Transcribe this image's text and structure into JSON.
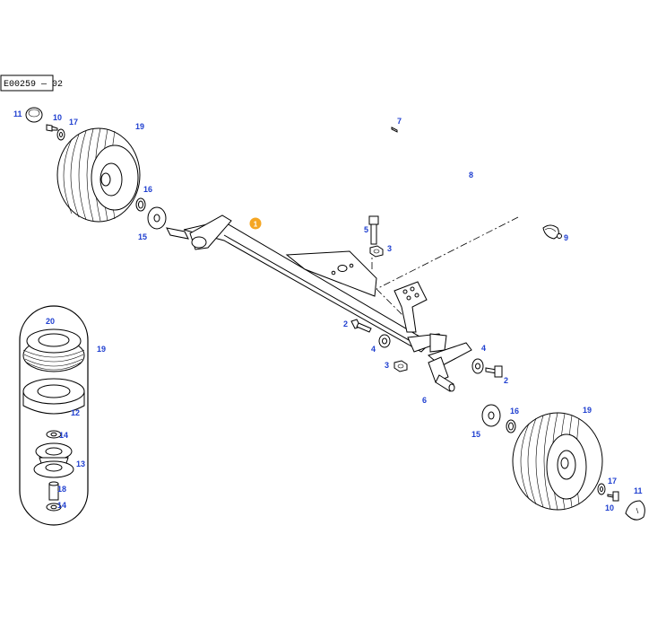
{
  "diagram": {
    "reference_code": "E00259 — 02",
    "highlight_callout": {
      "number": "1",
      "color": "#f5a623"
    },
    "label_color": "#1f3fd0",
    "part_labels": [
      {
        "id": "l11a",
        "text": "11"
      },
      {
        "id": "l10a",
        "text": "10"
      },
      {
        "id": "l17a",
        "text": "17"
      },
      {
        "id": "l19a",
        "text": "19"
      },
      {
        "id": "l16a",
        "text": "16"
      },
      {
        "id": "l15a",
        "text": "15"
      },
      {
        "id": "l7",
        "text": "7"
      },
      {
        "id": "l8",
        "text": "8"
      },
      {
        "id": "l5",
        "text": "5"
      },
      {
        "id": "l3a",
        "text": "3"
      },
      {
        "id": "l9",
        "text": "9"
      },
      {
        "id": "l2a",
        "text": "2"
      },
      {
        "id": "l4a",
        "text": "4"
      },
      {
        "id": "l3b",
        "text": "3"
      },
      {
        "id": "l4b",
        "text": "4"
      },
      {
        "id": "l2b",
        "text": "2"
      },
      {
        "id": "l6",
        "text": "6"
      },
      {
        "id": "l16b",
        "text": "16"
      },
      {
        "id": "l19b",
        "text": "19"
      },
      {
        "id": "l15b",
        "text": "15"
      },
      {
        "id": "l17b",
        "text": "17"
      },
      {
        "id": "l11b",
        "text": "11"
      },
      {
        "id": "l10b",
        "text": "10"
      },
      {
        "id": "l20",
        "text": "20"
      },
      {
        "id": "l19c",
        "text": "19"
      },
      {
        "id": "l12",
        "text": "12"
      },
      {
        "id": "l14a",
        "text": "14"
      },
      {
        "id": "l13",
        "text": "13"
      },
      {
        "id": "l18",
        "text": "18"
      },
      {
        "id": "l14b",
        "text": "14"
      }
    ]
  }
}
